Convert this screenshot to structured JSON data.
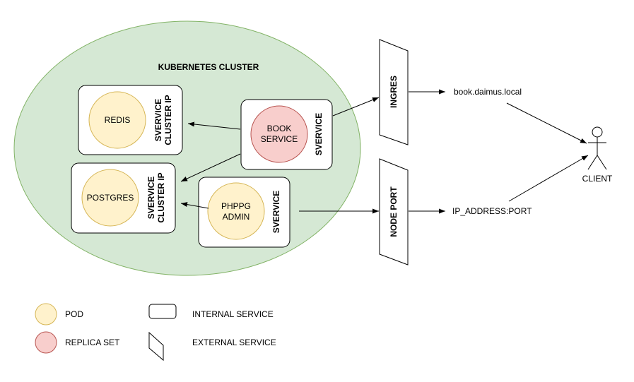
{
  "cluster": {
    "title": "KUBERNETES CLUSTER"
  },
  "services": {
    "redis_service": {
      "label_line1": "SVERVICE",
      "label_line2": "CLUSTER IP",
      "pod": "REDIS"
    },
    "postgres_service": {
      "label_line1": "SVERVICE",
      "label_line2": "CLUSTER IP",
      "pod": "POSTGRES"
    },
    "book_service": {
      "label": "SVERVICE",
      "pod_line1": "BOOK",
      "pod_line2": "SERVICE"
    },
    "phppg_service": {
      "label": "SVERVICE",
      "pod_line1": "PHPPG",
      "pod_line2": "ADMIN"
    }
  },
  "external": {
    "ingress": "INGRES",
    "node_port": "NODE PORT"
  },
  "endpoints": {
    "domain": "book.daimus.local",
    "ip_port": "IP_ADDRESS:PORT"
  },
  "client": {
    "label": "CLIENT"
  },
  "legend": {
    "pod": "POD",
    "replica_set": "REPLICA SET",
    "internal_service": "INTERNAL SERVICE",
    "external_service": "EXTERNAL SERVICE"
  },
  "colors": {
    "cluster_fill": "#d5e8d4",
    "cluster_stroke": "#82b366",
    "pod_fill": "#fff2cc",
    "pod_stroke": "#d6b656",
    "replica_fill": "#f8cecc",
    "replica_stroke": "#b85450"
  }
}
